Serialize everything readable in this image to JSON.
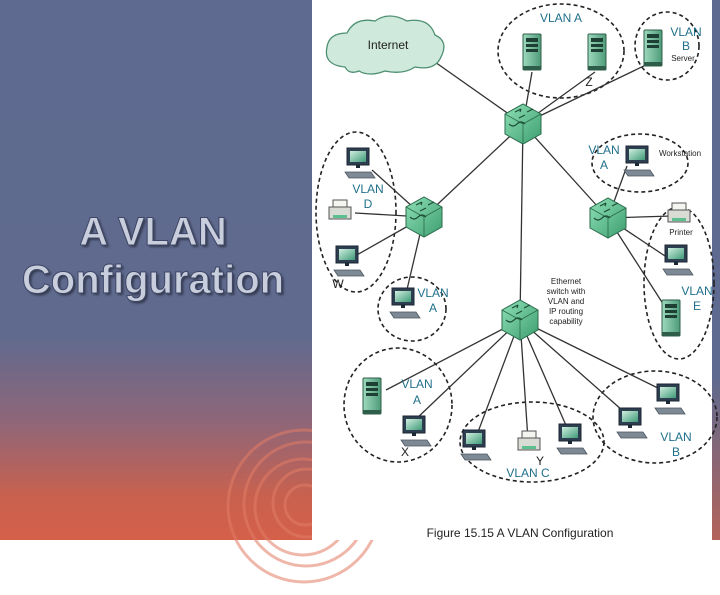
{
  "slide": {
    "title_line1": "A VLAN",
    "title_line2": "Configuration"
  },
  "colors": {
    "slide_top": "#5e6a8f",
    "slide_bottom": "#d4604a",
    "title_text": "#c9cedd",
    "switch_green": "#5cc08e",
    "vlan_label": "#1f6f8b",
    "link_line": "#333333",
    "group_ring": "#222222"
  },
  "icons": [
    "cloud-icon",
    "switch-icon",
    "server-tower-icon",
    "monitor-icon",
    "printer-icon",
    "keyboard-icon"
  ],
  "diagram": {
    "cloud_label": "Internet",
    "groups": {
      "top_vlan_a": "VLAN A",
      "top_vlan_b_1": "VLAN",
      "top_vlan_b_2": "B",
      "server_label": "Server",
      "z_label": "Z",
      "left_vlan_d_1": "VLAN",
      "left_vlan_d_2": "D",
      "w_label": "W",
      "mid_vlan_a_1": "VLAN",
      "mid_vlan_a_2": "A",
      "right_vlan_a_1": "VLAN",
      "right_vlan_a_2": "A",
      "workstation_label": "Workstation",
      "printer_label": "Printer",
      "right_vlan_e_1": "VLAN",
      "right_vlan_e_2": "E",
      "bottom_vlan_a_1": "VLAN",
      "bottom_vlan_a_2": "A",
      "x_label": "X",
      "y_label": "Y",
      "vlan_c": "VLAN C",
      "bottom_vlan_b_1": "VLAN",
      "bottom_vlan_b_2": "B"
    },
    "switch_note": [
      "Ethernet",
      "switch with",
      "VLAN and",
      "IP routing",
      "capability"
    ],
    "caption": "Figure 15.15 A VLAN Configuration"
  }
}
